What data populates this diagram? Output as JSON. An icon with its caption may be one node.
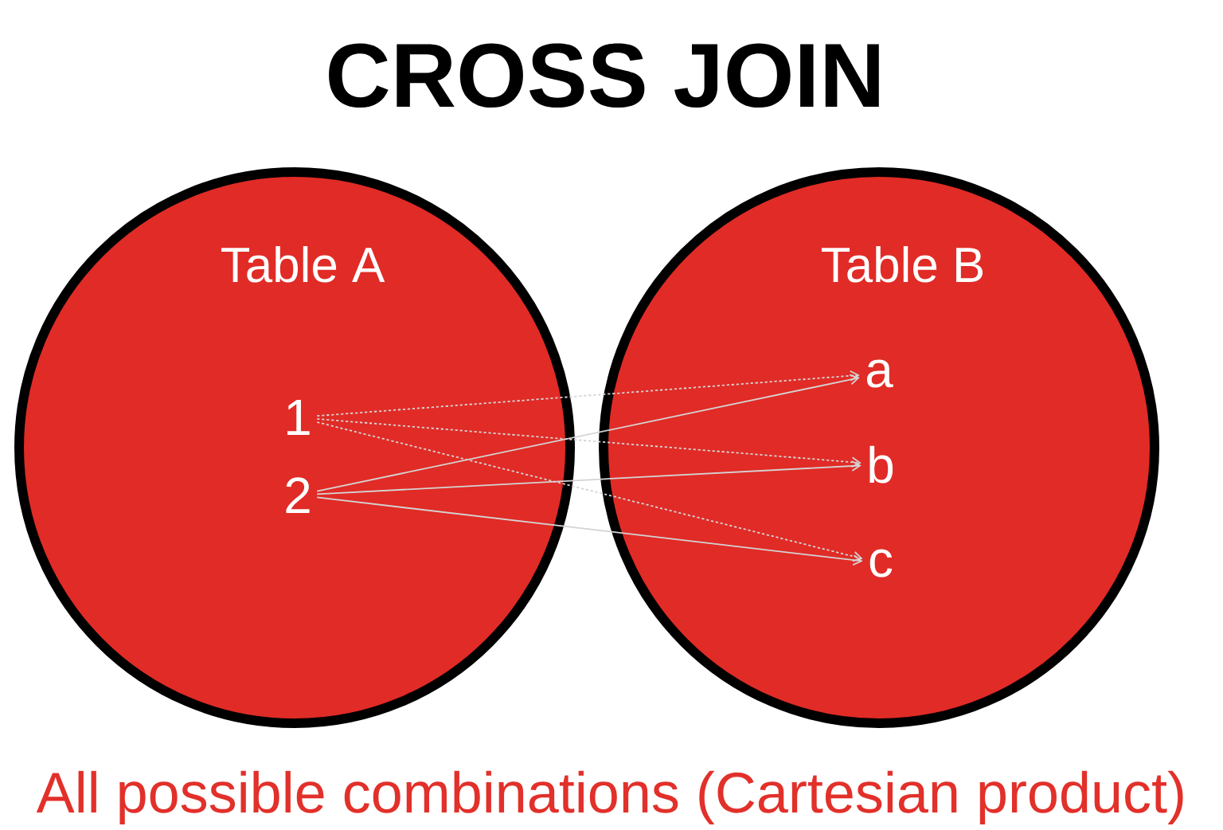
{
  "diagram": {
    "title": "CROSS JOIN",
    "nodes": [
      {
        "text": [
          "Table A"
        ]
      },
      {
        "text": [
          "Table B"
        ]
      },
      {
        "text": [
          "1"
        ],
        "in": 0
      },
      {
        "text": [
          "2"
        ],
        "in": 0
      },
      {
        "text": [
          "a"
        ],
        "in": 1
      },
      {
        "text": [
          "b"
        ],
        "in": 1
      },
      {
        "text": [
          "c"
        ],
        "in": 1
      }
    ],
    "edges": [
      {
        "from": 2,
        "to": 4,
        "arrow": "to",
        "style": "dashed"
      },
      {
        "from": 2,
        "to": 5,
        "arrow": "to",
        "style": "dashed"
      },
      {
        "from": 2,
        "to": 6,
        "arrow": "to",
        "style": "dashed"
      },
      {
        "from": 3,
        "to": 4,
        "arrow": "to"
      },
      {
        "from": 3,
        "to": 5,
        "arrow": "to"
      },
      {
        "from": 3,
        "to": 6,
        "arrow": "to"
      }
    ],
    "caption": "All possible combinations (Cartesian product)"
  }
}
